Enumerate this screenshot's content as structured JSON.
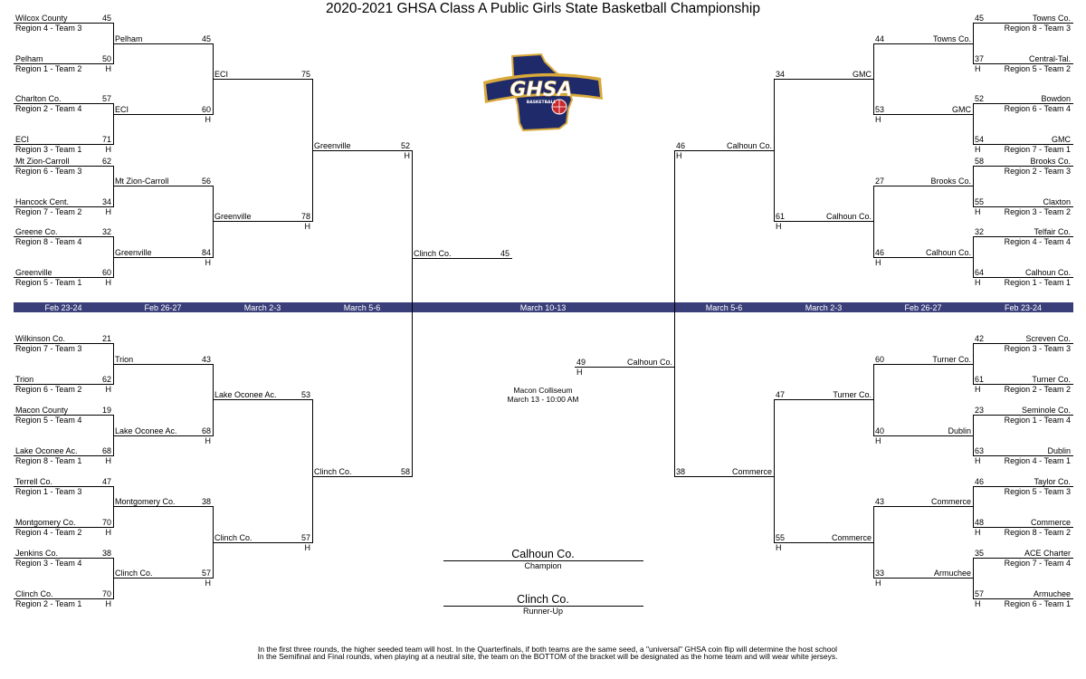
{
  "title": "2020-2021 GHSA Class A Public Girls State Basketball Championship",
  "logo_text": "GHSA",
  "logo_subtext": "BASKETBALL",
  "home": "H",
  "dates": [
    "Feb 23-24",
    "Feb 26-27",
    "March 2-3",
    "March 5-6",
    "March 10-13",
    "March 5-6",
    "March 2-3",
    "Feb 26-27",
    "Feb 23-24"
  ],
  "venue": "Macon Colliseum",
  "game_time": "March 13 - 10:00 AM",
  "champion": {
    "team": "Calhoun Co.",
    "label": "Champion"
  },
  "runner_up": {
    "team": "Clinch Co.",
    "label": "Runner-Up"
  },
  "notes": [
    "In the first three rounds, the higher seeded team will host. In the Quarterfinals, if both teams are the same seed, a \"universal\" GHSA coin flip will determine the host school",
    "In the Semifinal and Final rounds, when playing at a neutral site, the team on the BOTTOM of the bracket will be designated as the home team and will wear white jerseys."
  ],
  "colors": {
    "band": "#3a3f7a",
    "logo_navy": "#1f2a6b",
    "logo_gold": "#d8a93a",
    "logo_red": "#c9282d"
  },
  "round1": {
    "left_top": [
      {
        "team": "Wilcox County",
        "seed": "Region 4 - Team 3",
        "score": "45"
      },
      {
        "team": "Pelham",
        "seed": "Region 1 - Team 2",
        "score": "50",
        "home": true
      },
      {
        "team": "Charlton Co.",
        "seed": "Region 2 - Team 4",
        "score": "57"
      },
      {
        "team": "ECI",
        "seed": "Region 3 - Team 1",
        "score": "71",
        "home": true
      },
      {
        "team": "Mt Zion-Carroll",
        "seed": "Region 6 - Team 3",
        "score": "62"
      },
      {
        "team": "Hancock Cent.",
        "seed": "Region 7 - Team 2",
        "score": "34",
        "home": true
      },
      {
        "team": "Greene Co.",
        "seed": "Region 8 - Team 4",
        "score": "32"
      },
      {
        "team": "Greenville",
        "seed": "Region 5 - Team 1",
        "score": "60",
        "home": true
      }
    ],
    "left_bottom": [
      {
        "team": "Wilkinson Co.",
        "seed": "Region 7 - Team 3",
        "score": "21"
      },
      {
        "team": "Trion",
        "seed": "Region 6 - Team 2",
        "score": "62",
        "home": true
      },
      {
        "team": "Macon County",
        "seed": "Region 5 - Team 4",
        "score": "19"
      },
      {
        "team": "Lake Oconee Ac.",
        "seed": "Region 8 - Team 1",
        "score": "68",
        "home": true
      },
      {
        "team": "Terrell Co.",
        "seed": "Region 1 - Team 3",
        "score": "47"
      },
      {
        "team": "Montgomery Co.",
        "seed": "Region 4 - Team 2",
        "score": "70",
        "home": true
      },
      {
        "team": "Jenkins Co.",
        "seed": "Region 3 - Team 4",
        "score": "38"
      },
      {
        "team": "Clinch Co.",
        "seed": "Region 2 - Team 1",
        "score": "70",
        "home": true
      }
    ],
    "right_top": [
      {
        "team": "Towns Co.",
        "seed": "Region 8 - Team 3",
        "score": "45"
      },
      {
        "team": "Central-Tal.",
        "seed": "Region 5 - Team 2",
        "score": "37",
        "home": true
      },
      {
        "team": "Bowdon",
        "seed": "Region  6 - Team 4",
        "score": "52"
      },
      {
        "team": "GMC",
        "seed": "Region 7 - Team 1",
        "score": "54",
        "home": true
      },
      {
        "team": "Brooks Co.",
        "seed": "Region 2 - Team 3",
        "score": "58"
      },
      {
        "team": "Claxton",
        "seed": "Region 3 - Team 2",
        "score": "55",
        "home": true
      },
      {
        "team": "Telfair Co.",
        "seed": "Region 4 - Team 4",
        "score": "32"
      },
      {
        "team": "Calhoun Co.",
        "seed": "Region 1 - Team 1",
        "score": "64",
        "home": true
      }
    ],
    "right_bottom": [
      {
        "team": "Screven Co.",
        "seed": "Region 3 - Team 3",
        "score": "42"
      },
      {
        "team": "Turner Co.",
        "seed": "Region 2 - Team 2",
        "score": "61",
        "home": true
      },
      {
        "team": "Seminole Co.",
        "seed": "Region 1 - Team 4",
        "score": "23"
      },
      {
        "team": "Dublin",
        "seed": "Region 4 - Team 1",
        "score": "63",
        "home": true
      },
      {
        "team": "Taylor Co.",
        "seed": "Region 5 - Team 3",
        "score": "46"
      },
      {
        "team": "Commerce",
        "seed": "Region 8 - Team 2",
        "score": "48",
        "home": true
      },
      {
        "team": "ACE Charter",
        "seed": "Region 7 - Team 4",
        "score": "35"
      },
      {
        "team": "Armuchee",
        "seed": "Region 6 - Team 1",
        "score": "57",
        "home": true
      }
    ]
  },
  "round2": {
    "left_top": [
      {
        "team": "Pelham",
        "score": "45"
      },
      {
        "team": "ECI",
        "score": "60",
        "home": true
      },
      {
        "team": "Mt Zion-Carroll",
        "score": "56"
      },
      {
        "team": "Greenville",
        "score": "84",
        "home": true
      }
    ],
    "left_bottom": [
      {
        "team": "Trion",
        "score": "43"
      },
      {
        "team": "Lake Oconee Ac.",
        "score": "68",
        "home": true
      },
      {
        "team": "Montgomery Co.",
        "score": "38"
      },
      {
        "team": "Clinch Co.",
        "score": "57",
        "home": true
      }
    ],
    "right_top": [
      {
        "team": "Towns Co.",
        "score": "44"
      },
      {
        "team": "GMC",
        "score": "53",
        "home": true
      },
      {
        "team": "Brooks Co.",
        "score": "27"
      },
      {
        "team": "Calhoun Co.",
        "score": "46",
        "home": true
      }
    ],
    "right_bottom": [
      {
        "team": "Turner Co.",
        "score": "60"
      },
      {
        "team": "Dublin",
        "score": "40",
        "home": true
      },
      {
        "team": "Commerce",
        "score": "43"
      },
      {
        "team": "Armuchee",
        "score": "33",
        "home": true
      }
    ]
  },
  "round3": {
    "left_top": [
      {
        "team": "ECI",
        "score": "75"
      },
      {
        "team": "Greenville",
        "score": "78",
        "home": true
      }
    ],
    "left_bottom": [
      {
        "team": "Lake Oconee Ac.",
        "score": "53"
      },
      {
        "team": "Clinch Co.",
        "score": "57",
        "home": true
      }
    ],
    "right_top": [
      {
        "team": "GMC",
        "score": "34"
      },
      {
        "team": "Calhoun Co.",
        "score": "61",
        "home": true
      }
    ],
    "right_bottom": [
      {
        "team": "Turner Co.",
        "score": "47"
      },
      {
        "team": "Commerce",
        "score": "55",
        "home": true
      }
    ]
  },
  "quarterfinals": {
    "left": [
      {
        "team": "Greenville",
        "score": "52",
        "home": true
      },
      {
        "team": "Clinch Co.",
        "score": "58"
      }
    ],
    "right": [
      {
        "team": "Calhoun Co.",
        "score": "46",
        "home": true
      },
      {
        "team": "Commerce",
        "score": "38"
      }
    ]
  },
  "semifinals": {
    "left": {
      "team": "Clinch Co.",
      "score": "45"
    },
    "right": {
      "team": "Calhoun Co.",
      "score": "49",
      "home": true
    }
  }
}
